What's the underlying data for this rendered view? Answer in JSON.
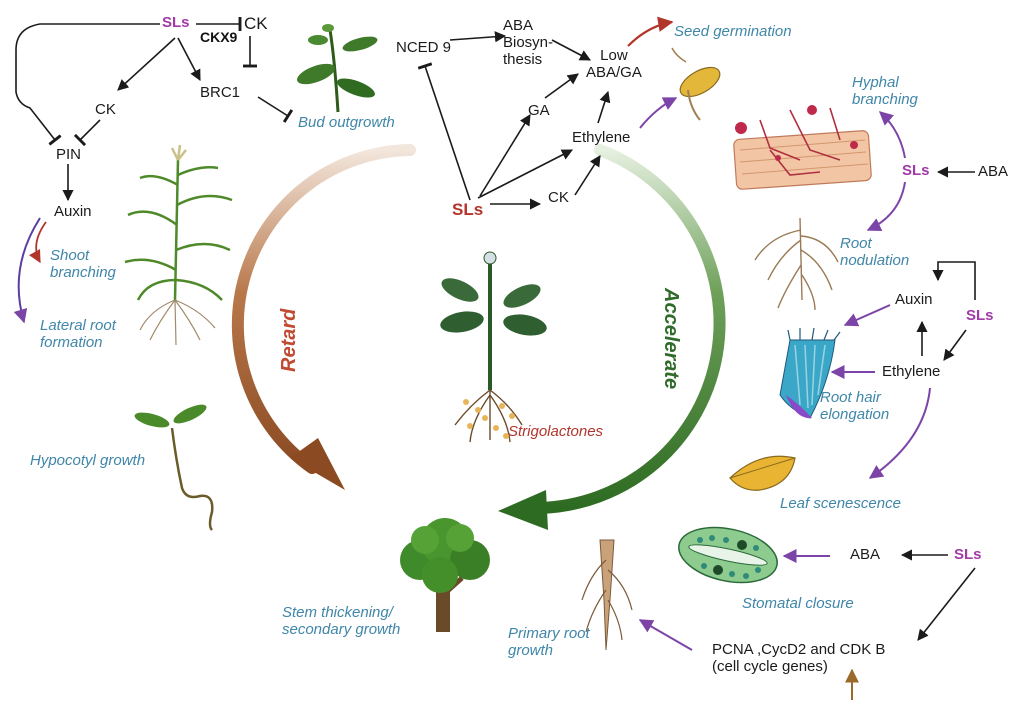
{
  "colors": {
    "sls_pink": "#a23aa8",
    "sls_red": "#b2352c",
    "effect_blue": "#3f86a8",
    "retard_arrow": "#8b4a22",
    "accelerate_arrow": "#2e6b22",
    "promote_arrow": "#7d44a8",
    "seed_arrow": "#b2352c"
  },
  "left_pathway": {
    "sls": "SLs",
    "ck_top": "CK",
    "ckx9": "CKX9",
    "brc1": "BRC1",
    "ck_mid": "CK",
    "pin": "PIN",
    "auxin": "Auxin",
    "bud_outgrowth": "Bud outgrowth",
    "shoot_branching": [
      "Shoot",
      "branching"
    ],
    "lateral_root": [
      "Lateral root",
      "formation"
    ],
    "hypocotyl": "Hypocotyl growth"
  },
  "top_pathway": {
    "nced9": "NCED 9",
    "aba_biosynthesis": [
      "ABA",
      "Biosyn-",
      "thesis"
    ],
    "low_aba_ga": [
      "Low",
      "ABA/GA"
    ],
    "ga": "GA",
    "ethylene": "Ethylene",
    "ck": "CK",
    "sls_center": "SLs",
    "seed_germination": "Seed germination"
  },
  "center": {
    "retard": "Retard",
    "accelerate": "Accelerate",
    "strigolactones": "Strigolactones"
  },
  "right_pathway": {
    "hyphal_branching": [
      "Hyphal",
      "branching"
    ],
    "sls_hyphal": "SLs",
    "aba_hyphal": "ABA",
    "root_nodulation": [
      "Root",
      "nodulation"
    ],
    "auxin": "Auxin",
    "sls_root": "SLs",
    "ethylene": "Ethylene",
    "root_hair": [
      "Root hair",
      "elongation"
    ],
    "leaf_senescence": "Leaf scenescence"
  },
  "bottom_pathway": {
    "aba": "ABA",
    "sls": "SLs",
    "stomatal_closure": "Stomatal closure",
    "cell_cycle": [
      "PCNA ,CycD2 and CDK B",
      "(cell cycle genes)"
    ],
    "primary_root": [
      "Primary root",
      "growth"
    ],
    "stem_thickening": [
      "Stem thickening/",
      "secondary growth"
    ]
  },
  "icons": [
    "leafy-stem-icon",
    "maize-plant-icon",
    "seedling-icon",
    "germinating-seed-icon",
    "mycorrhiza-icon",
    "nodulated-root-icon",
    "root-tip-icon",
    "yellow-leaf-icon",
    "stomata-icon",
    "taproot-icon",
    "tree-icon",
    "strigolactone-plant-icon"
  ]
}
